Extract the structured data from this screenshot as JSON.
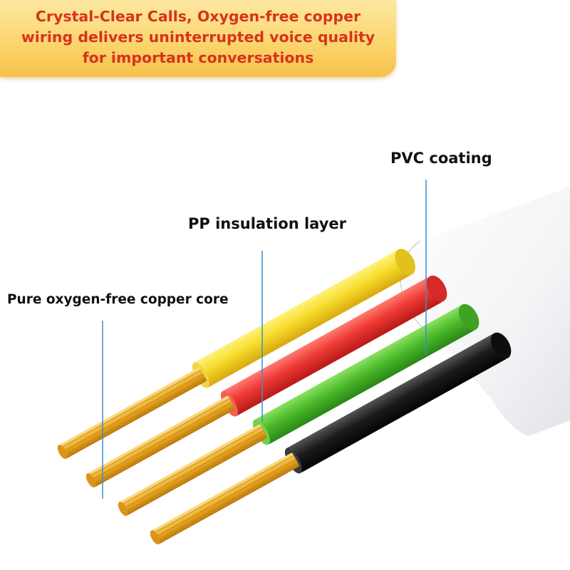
{
  "banner": {
    "lines": [
      "Crystal-Clear Calls, Oxygen-free copper",
      "wiring delivers uninterrupted voice quality",
      "for important conversations"
    ]
  },
  "labels": {
    "pvc": "PVC coating",
    "pp": "PP insulation layer",
    "core": "Pure oxygen-free copper core"
  },
  "colors": {
    "banner_text": "#d8321c",
    "yellow_wire": "#f7dc2c",
    "red_wire": "#ee3a34",
    "green_wire": "#4cbb2b",
    "black_wire": "#1b1b1b",
    "copper": "#e9a722",
    "leader_line": "#3a8fd2"
  }
}
